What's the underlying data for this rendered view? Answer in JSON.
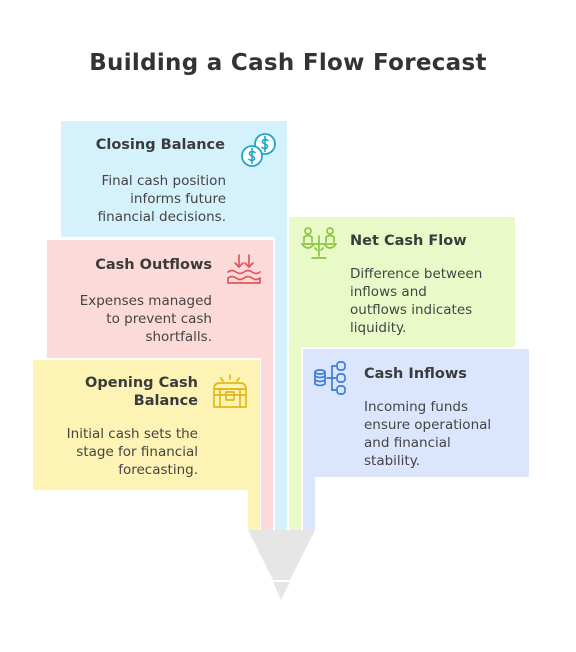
{
  "title": "Building a Cash Flow Forecast",
  "cards": {
    "closing_balance": {
      "title": "Closing Balance",
      "text": [
        "Final cash position",
        "informs future",
        "financial decisions."
      ],
      "color": "#d4f1fc",
      "accent": "#1fa7c9",
      "icon": "coins-icon"
    },
    "cash_outflows": {
      "title": "Cash Outflows",
      "text": [
        "Expenses managed",
        "to prevent cash",
        "shortfalls."
      ],
      "color": "#fcdada",
      "accent": "#e0585a",
      "icon": "outflow-water-icon"
    },
    "opening_cash_balance": {
      "title": [
        "Opening Cash",
        "Balance"
      ],
      "text": [
        "Initial cash sets the",
        "stage for financial",
        "forecasting."
      ],
      "color": "#fcf3b4",
      "accent": "#e2b819",
      "icon": "treasure-chest-icon"
    },
    "net_cash_flow": {
      "title": "Net Cash Flow",
      "text": [
        "Difference between",
        "inflows and",
        "outflows indicates",
        "liquidity."
      ],
      "color": "#e9fac8",
      "accent": "#8cc63f",
      "icon": "balance-scale-icon"
    },
    "cash_inflows": {
      "title": "Cash Inflows",
      "text": [
        "Incoming funds",
        "ensure operational",
        "and financial",
        "stability."
      ],
      "color": "#dbe6fc",
      "accent": "#3e7ed8",
      "icon": "database-inflow-icon"
    }
  },
  "funnel_color": "#e6e6e6"
}
